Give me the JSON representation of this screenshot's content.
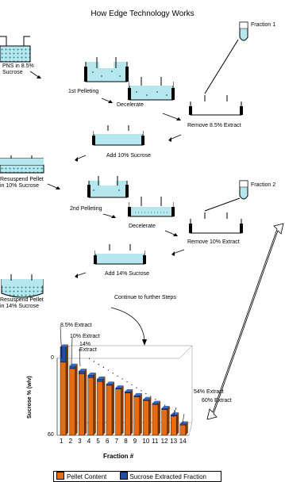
{
  "title": "How Edge Technology Works",
  "steps": {
    "pns": "PNS in 8.5%\nSucrose",
    "pellet1": "1st Pelleting",
    "decel1": "Decelerate",
    "fraction1": "Fraction 1",
    "remove1": "Remove 8.5% Extract",
    "add10": "Add 10% Sucrose",
    "resuspend10": "Resuspend Pellet\nin 10% Sucrose",
    "pellet2": "2nd Pelleting",
    "decel2": "Decelerate",
    "fraction2": "Fraction 2",
    "remove2": "Remove 10% Extract",
    "add14": "Add 14% Sucrose",
    "resuspend14": "Resuspend Pellet\nin 14% Sucrose",
    "continue": "Continue to further Steps"
  },
  "legend": {
    "pellet": "Pellet Content",
    "sucrose": "Sucrose Extracted Fraction"
  },
  "colors": {
    "liquid": "#b6e7ee",
    "pellet_bar": "#e46c12",
    "sucrose_bar": "#1f4ea3",
    "dots": "#2e8a8a"
  },
  "chart_data": {
    "type": "bar",
    "ylabel": "Sucrose % (w/v)",
    "xlabel": "Fraction #",
    "categories": [
      "1",
      "2",
      "3",
      "4",
      "5",
      "6",
      "7",
      "8",
      "9",
      "10",
      "11",
      "12",
      "13",
      "14"
    ],
    "yticks": [
      "0",
      "60"
    ],
    "series": [
      {
        "name": "Pellet Content",
        "values": [
          57,
          52,
          48,
          45,
          42,
          39,
          36,
          33,
          30,
          27,
          24,
          20,
          15,
          8
        ]
      },
      {
        "name": "Sucrose Extracted Fraction",
        "values": [
          12,
          2,
          2,
          2,
          2,
          1,
          1,
          1,
          1,
          1,
          1,
          1,
          1,
          1
        ]
      }
    ],
    "annotations": [
      "8.5% Extract",
      "10% Extract",
      "14%\nExtract",
      "54% Extract",
      "60% Extract"
    ],
    "ylim": [
      0,
      60
    ]
  }
}
